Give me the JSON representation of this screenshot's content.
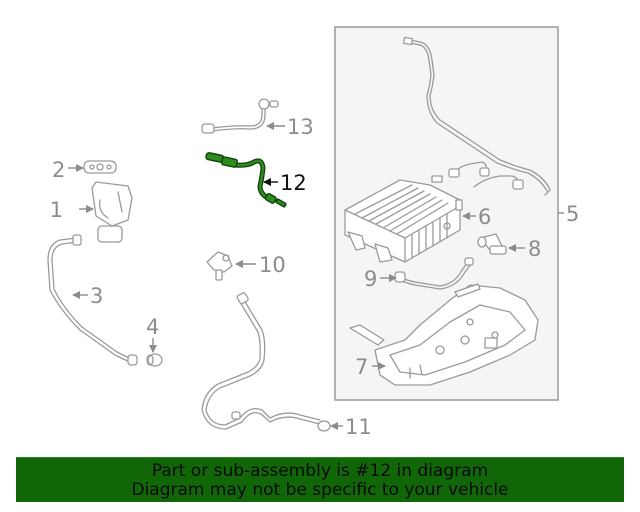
{
  "diagram": {
    "highlighted_part": "12",
    "highlight_color": "#2e8b1e",
    "callouts": [
      {
        "id": "1",
        "label": "1"
      },
      {
        "id": "2",
        "label": "2"
      },
      {
        "id": "3",
        "label": "3"
      },
      {
        "id": "4",
        "label": "4"
      },
      {
        "id": "5",
        "label": "5"
      },
      {
        "id": "6",
        "label": "6"
      },
      {
        "id": "7",
        "label": "7"
      },
      {
        "id": "8",
        "label": "8"
      },
      {
        "id": "9",
        "label": "9"
      },
      {
        "id": "10",
        "label": "10"
      },
      {
        "id": "11",
        "label": "11"
      },
      {
        "id": "12",
        "label": "12"
      },
      {
        "id": "13",
        "label": "13"
      }
    ]
  },
  "banner": {
    "line1": "Part or sub-assembly is #12 in diagram",
    "line2": "Diagram may not be specific to your vehicle",
    "background_color": "#116608"
  }
}
